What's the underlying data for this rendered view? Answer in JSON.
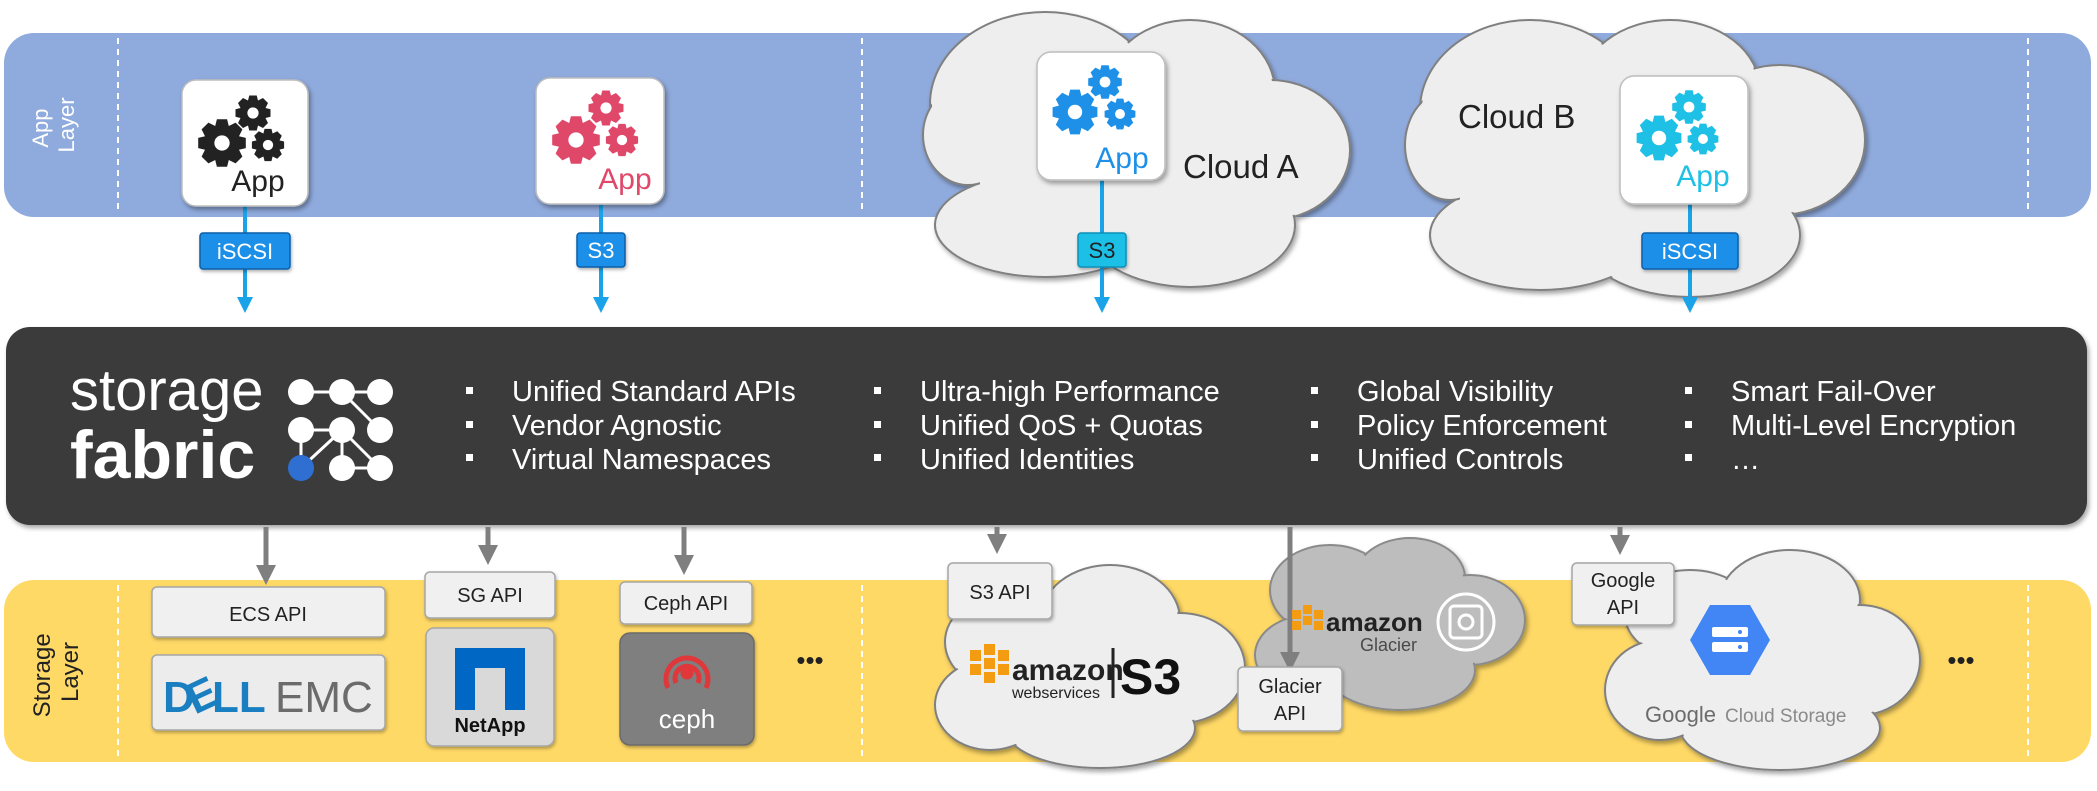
{
  "layers": {
    "app_layer_label": [
      "App",
      "Layer"
    ],
    "storage_layer_label": [
      "Storage",
      "Layer"
    ]
  },
  "apps": [
    {
      "label": "App",
      "protocol": "iSCSI",
      "gear_color": "#222222"
    },
    {
      "label": "App",
      "protocol": "S3",
      "gear_color": "#e0486a"
    },
    {
      "label": "App",
      "protocol": "S3",
      "gear_color": "#1e90e8"
    },
    {
      "label": "App",
      "protocol": "iSCSI",
      "gear_color": "#1ec0e6"
    }
  ],
  "clouds": {
    "a": "Cloud A",
    "b": "Cloud B"
  },
  "fabric": {
    "logo_top": "storage",
    "logo_bottom": "fabric",
    "features": [
      [
        "Unified Standard APIs",
        "Vendor Agnostic",
        "Virtual Namespaces"
      ],
      [
        "Ultra-high Performance",
        "Unified QoS + Quotas",
        "Unified Identities"
      ],
      [
        "Global Visibility",
        "Policy Enforcement",
        "Unified Controls"
      ],
      [
        "Smart Fail-Over",
        "Multi-Level Encryption",
        "…"
      ]
    ]
  },
  "storage": {
    "ecs_api": "ECS API",
    "sg_api": "SG API",
    "ceph_api": "Ceph API",
    "s3_api": "S3 API",
    "glacier_api": [
      "Glacier",
      "API"
    ],
    "google_api": [
      "Google",
      "API"
    ],
    "dell_logo": [
      "D",
      "LL",
      "EMC"
    ],
    "netapp_logo": "NetApp",
    "ceph_logo": "ceph",
    "aws_logo": [
      "amazon",
      "webservices",
      "S3"
    ],
    "glacier_logo": [
      "amazon",
      "Glacier"
    ],
    "gcs_logo": [
      "Google",
      "Cloud Storage"
    ],
    "ellipsis": "•••"
  },
  "colors": {
    "app_layer": "#8faadc",
    "storage_layer": "#ffd966",
    "fabric": "#3a3a3a",
    "protocol_tag": "#1e90e8",
    "arrow_blue": "#1aa3e8",
    "arrow_gray": "#7f7f7f"
  }
}
